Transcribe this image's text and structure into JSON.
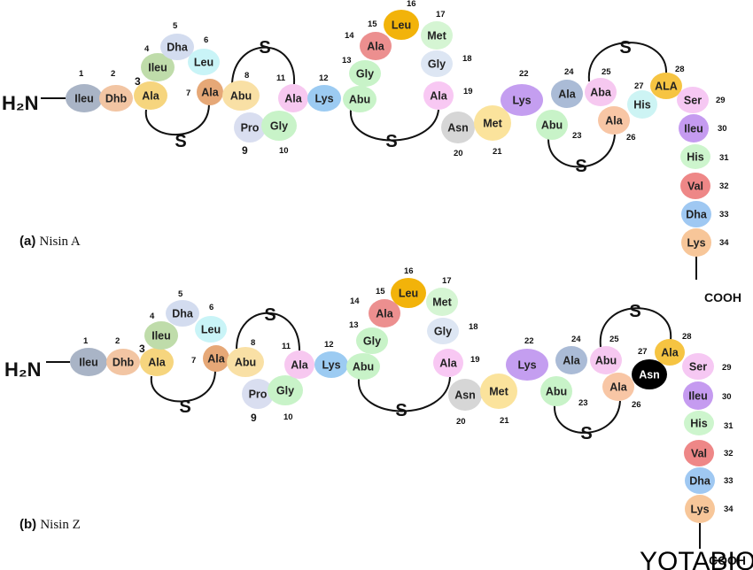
{
  "colors": {
    "Ileu": "#a9b4c6",
    "Dhb": "#f2c5a3",
    "Ala": "#f6d57e",
    "Ileu4": "#bfdcaa",
    "Dha": "#d3dcef",
    "Leu": "#c9f4f7",
    "Ala7": "#e6a877",
    "Abu": "#f9e0a5",
    "Pro": "#d9def0",
    "Gly": "#c8f3c8",
    "Ala11": "#f7c8f0",
    "Lys": "#9ccbf2",
    "Ala15": "#ec8f8f",
    "Leu16": "#f2b30a",
    "Met17": "#d5f5d3",
    "Gly18": "#dde6f3",
    "Ala19": "#f8c8f3",
    "Asn": "#d6d6d6",
    "Met21": "#fbe39c",
    "Lys22": "#c49ef0",
    "Ala24": "#aabbd6",
    "Aba": "#f6c8f0",
    "Ala26": "#f8c6a5",
    "His": "#cdf4f4",
    "ALA28": "#f6c442",
    "Ser": "#f6c8f3",
    "Ileu30": "#c59bf0",
    "His31": "#cdf5cd",
    "Val": "#ee8787",
    "Dha33": "#9fc8f2",
    "Lys34": "#f7c699",
    "AsnZ": "#000000"
  },
  "panels": [
    {
      "id": "A",
      "label_prefix": "(a)",
      "label_name": "Nisin A",
      "n_terminus": "H₂N",
      "c_terminus": "COOH",
      "residues": [
        {
          "n": "1",
          "name": "Ileu",
          "color": "Ileu"
        },
        {
          "n": "2",
          "name": "Dhb",
          "color": "Dhb"
        },
        {
          "n": "3",
          "name": "Ala",
          "color": "Ala"
        },
        {
          "n": "4",
          "name": "Ileu",
          "color": "Ileu4"
        },
        {
          "n": "5",
          "name": "Dha",
          "color": "Dha"
        },
        {
          "n": "6",
          "name": "Leu",
          "color": "Leu"
        },
        {
          "n": "7",
          "name": "Ala",
          "color": "Ala7"
        },
        {
          "n": "8",
          "name": "Abu",
          "color": "Abu"
        },
        {
          "n": "9",
          "name": "Pro",
          "color": "Pro"
        },
        {
          "n": "10",
          "name": "Gly",
          "color": "Gly"
        },
        {
          "n": "11",
          "name": "Ala",
          "color": "Ala11"
        },
        {
          "n": "12",
          "name": "Lys",
          "color": "Lys"
        },
        {
          "n": "13",
          "name": "Abu",
          "color": "Gly"
        },
        {
          "n": "14",
          "name": "Gly",
          "color": "Gly"
        },
        {
          "n": "15",
          "name": "Ala",
          "color": "Ala15"
        },
        {
          "n": "16",
          "name": "Leu",
          "color": "Leu16"
        },
        {
          "n": "17",
          "name": "Met",
          "color": "Met17"
        },
        {
          "n": "18",
          "name": "Gly",
          "color": "Gly18"
        },
        {
          "n": "19",
          "name": "Ala",
          "color": "Ala19"
        },
        {
          "n": "20",
          "name": "Asn",
          "color": "Asn"
        },
        {
          "n": "21",
          "name": "Met",
          "color": "Met21"
        },
        {
          "n": "22",
          "name": "Lys",
          "color": "Lys22"
        },
        {
          "n": "23",
          "name": "Abu",
          "color": "Gly"
        },
        {
          "n": "24",
          "name": "Ala",
          "color": "Ala24"
        },
        {
          "n": "25",
          "name": "Aba",
          "color": "Aba"
        },
        {
          "n": "26",
          "name": "Ala",
          "color": "Ala26"
        },
        {
          "n": "27",
          "name": "His",
          "color": "His"
        },
        {
          "n": "28",
          "name": "ALA",
          "color": "ALA28"
        },
        {
          "n": "29",
          "name": "Ser",
          "color": "Ser"
        },
        {
          "n": "30",
          "name": "Ileu",
          "color": "Ileu30"
        },
        {
          "n": "31",
          "name": "His",
          "color": "His31"
        },
        {
          "n": "32",
          "name": "Val",
          "color": "Val"
        },
        {
          "n": "33",
          "name": "Dha",
          "color": "Dha33"
        },
        {
          "n": "34",
          "name": "Lys",
          "color": "Lys34"
        }
      ],
      "bridges": [
        "S",
        "S",
        "S",
        "S",
        "S"
      ]
    },
    {
      "id": "B",
      "label_prefix": "(b)",
      "label_name": "Nisin Z",
      "n_terminus": "H₂N",
      "c_terminus": "COOH",
      "residues": [
        {
          "n": "1",
          "name": "Ileu",
          "color": "Ileu"
        },
        {
          "n": "2",
          "name": "Dhb",
          "color": "Dhb"
        },
        {
          "n": "3",
          "name": "Ala",
          "color": "Ala"
        },
        {
          "n": "4",
          "name": "Ileu",
          "color": "Ileu4"
        },
        {
          "n": "5",
          "name": "Dha",
          "color": "Dha"
        },
        {
          "n": "6",
          "name": "Leu",
          "color": "Leu"
        },
        {
          "n": "7",
          "name": "Ala",
          "color": "Ala7"
        },
        {
          "n": "8",
          "name": "Abu",
          "color": "Abu"
        },
        {
          "n": "9",
          "name": "Pro",
          "color": "Pro"
        },
        {
          "n": "10",
          "name": "Gly",
          "color": "Gly"
        },
        {
          "n": "11",
          "name": "Ala",
          "color": "Ala11"
        },
        {
          "n": "12",
          "name": "Lys",
          "color": "Lys"
        },
        {
          "n": "13",
          "name": "Abu",
          "color": "Gly"
        },
        {
          "n": "14",
          "name": "Gly",
          "color": "Gly"
        },
        {
          "n": "15",
          "name": "Ala",
          "color": "Ala15"
        },
        {
          "n": "16",
          "name": "Leu",
          "color": "Leu16"
        },
        {
          "n": "17",
          "name": "Met",
          "color": "Met17"
        },
        {
          "n": "18",
          "name": "Gly",
          "color": "Gly18"
        },
        {
          "n": "19",
          "name": "Ala",
          "color": "Ala19"
        },
        {
          "n": "20",
          "name": "Asn",
          "color": "Asn"
        },
        {
          "n": "21",
          "name": "Met",
          "color": "Met21"
        },
        {
          "n": "22",
          "name": "Lys",
          "color": "Lys22"
        },
        {
          "n": "23",
          "name": "Abu",
          "color": "Gly"
        },
        {
          "n": "24",
          "name": "Ala",
          "color": "Ala24"
        },
        {
          "n": "25",
          "name": "Abu",
          "color": "Aba"
        },
        {
          "n": "26",
          "name": "Ala",
          "color": "Ala26"
        },
        {
          "n": "27",
          "name": "Asn",
          "color": "AsnZ"
        },
        {
          "n": "28",
          "name": "Ala",
          "color": "ALA28"
        },
        {
          "n": "29",
          "name": "Ser",
          "color": "Ser"
        },
        {
          "n": "30",
          "name": "Ileu",
          "color": "Ileu30"
        },
        {
          "n": "31",
          "name": "His",
          "color": "His31"
        },
        {
          "n": "32",
          "name": "Val",
          "color": "Val"
        },
        {
          "n": "33",
          "name": "Dha",
          "color": "Dha33"
        },
        {
          "n": "34",
          "name": "Lys",
          "color": "Lys34"
        }
      ],
      "bridges": [
        "S",
        "S",
        "S",
        "S",
        "S"
      ]
    }
  ],
  "watermark": "YOTABIO"
}
